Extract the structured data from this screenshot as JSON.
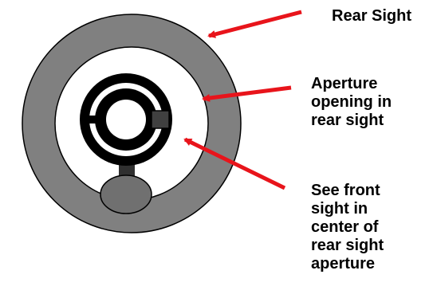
{
  "labels": {
    "rear_sight": "Rear Sight",
    "aperture": [
      "Aperture",
      "opening in",
      "rear sight"
    ],
    "front_sight": [
      "See front",
      "sight in",
      "center of",
      "rear sight",
      "aperture"
    ]
  },
  "colors": {
    "outer_ring": "#808080",
    "ring_edge": "#000000",
    "aperture_fill": "#ffffff",
    "front_sight_ring": "#000000",
    "front_sight_square": "#404040",
    "front_sight_post": "#303030",
    "front_sight_base": "#707070",
    "arrow": "#e8141b",
    "text": "#000000"
  }
}
